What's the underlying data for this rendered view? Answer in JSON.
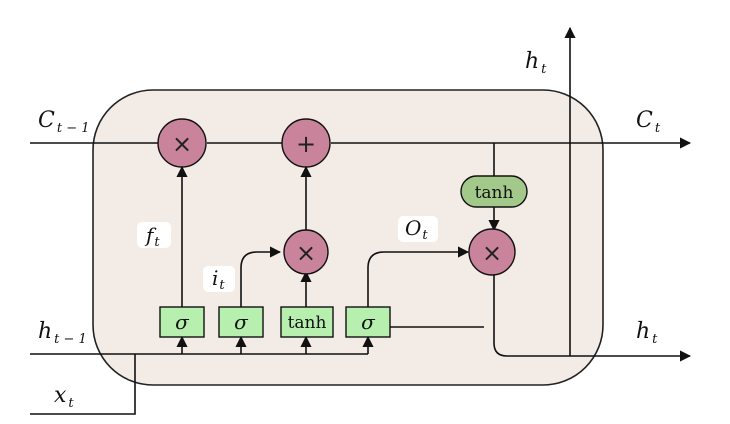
{
  "labels": {
    "c_prev_main": "C",
    "c_prev_sub": "t − 1",
    "c_next_main": "C",
    "c_next_sub": "t",
    "h_prev_main": "h",
    "h_prev_sub": "t − 1",
    "h_out_main": "h",
    "h_out_sub": "t",
    "h_top_main": "h",
    "h_top_sub": "t",
    "x_main": "x",
    "x_sub": "t",
    "f_main": "f",
    "f_sub": "t",
    "i_main": "i",
    "i_sub": "t",
    "o_main": "O",
    "o_sub": "t"
  },
  "gates": {
    "sigma_forget": "σ",
    "sigma_input": "σ",
    "tanh_candidate": "tanh",
    "sigma_output": "σ",
    "tanh_cell": "tanh"
  },
  "ops": {
    "multiply_forget": "×",
    "add_cell": "+",
    "multiply_input": "×",
    "multiply_output": "×"
  },
  "colors": {
    "cell_fill": "#f3ebe5",
    "gate_fill": "#b7f0ae",
    "op_fill": "#c9839b",
    "tanh_fill": "#a2c98a"
  }
}
